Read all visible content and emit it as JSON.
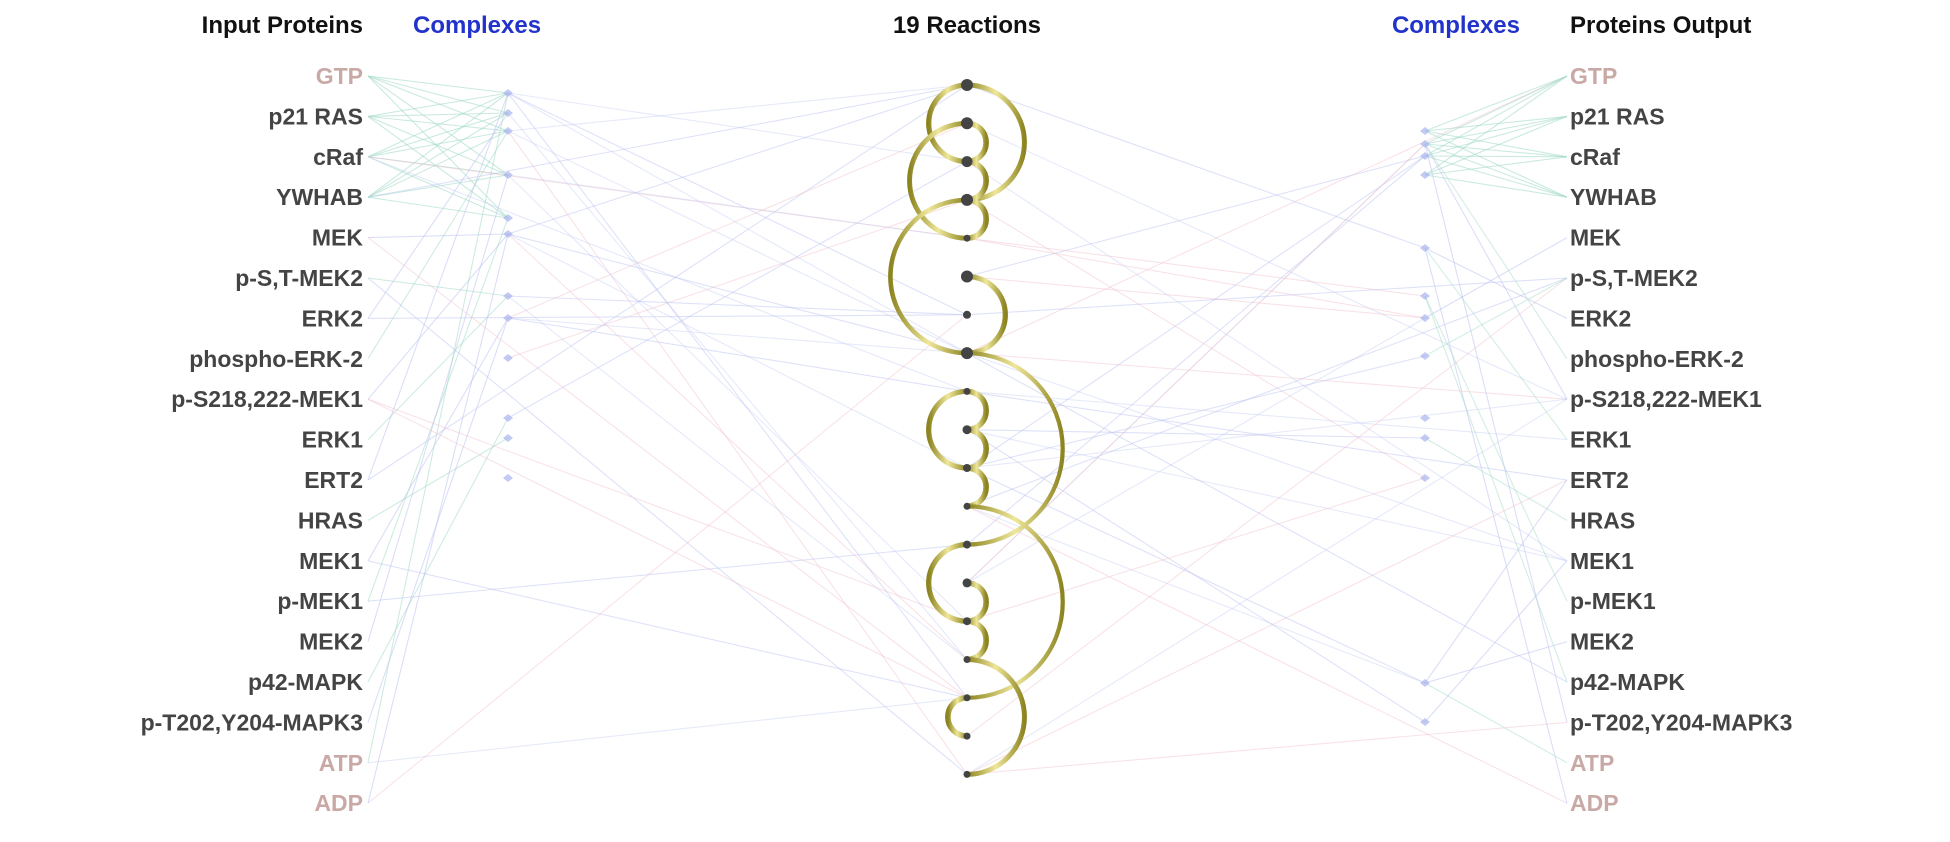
{
  "headers": {
    "input_proteins": "Input Proteins",
    "complexes_left": "Complexes",
    "reactions": "19 Reactions",
    "complexes_right": "Complexes",
    "proteins_output": "Proteins Output"
  },
  "colors": {
    "protein_text": "#444444",
    "small_molecule_text": "#c9a9a6",
    "header_blue": "#2233cc",
    "arc_light": "#efe79a",
    "arc_dark": "#8c8420",
    "node": "#444444"
  },
  "proteins": [
    {
      "name": "GTP",
      "small": true
    },
    {
      "name": "p21 RAS",
      "small": false
    },
    {
      "name": "cRaf",
      "small": false
    },
    {
      "name": "YWHAB",
      "small": false
    },
    {
      "name": "MEK",
      "small": false
    },
    {
      "name": "p-S,T-MEK2",
      "small": false
    },
    {
      "name": "ERK2",
      "small": false
    },
    {
      "name": "phospho-ERK-2",
      "small": false
    },
    {
      "name": "p-S218,222-MEK1",
      "small": false
    },
    {
      "name": "ERK1",
      "small": false
    },
    {
      "name": "ERT2",
      "small": false
    },
    {
      "name": "HRAS",
      "small": false
    },
    {
      "name": "MEK1",
      "small": false
    },
    {
      "name": "p-MEK1",
      "small": false
    },
    {
      "name": "MEK2",
      "small": false
    },
    {
      "name": "p42-MAPK",
      "small": false
    },
    {
      "name": "p-T202,Y204-MAPK3",
      "small": false
    },
    {
      "name": "ATP",
      "small": true
    },
    {
      "name": "ADP",
      "small": true
    }
  ],
  "reaction_count": 19
}
